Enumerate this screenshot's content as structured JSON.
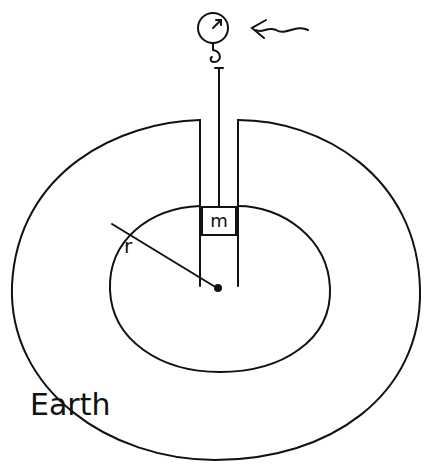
{
  "diagram": {
    "nodes": [
      {
        "text": [
          "m"
        ]
      }
    ],
    "labels": [
      "r",
      "Earth"
    ]
  }
}
